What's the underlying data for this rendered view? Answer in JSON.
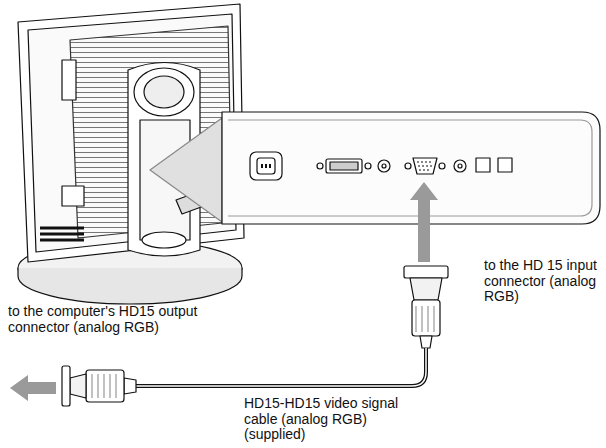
{
  "diagram": {
    "labels": [
      "to the computer's HD15 output connector (analog RGB)",
      "to the HD 15 input connector (analog RGB)",
      "HD15-HD15 video signal cable (analog RGB) (supplied)"
    ]
  }
}
